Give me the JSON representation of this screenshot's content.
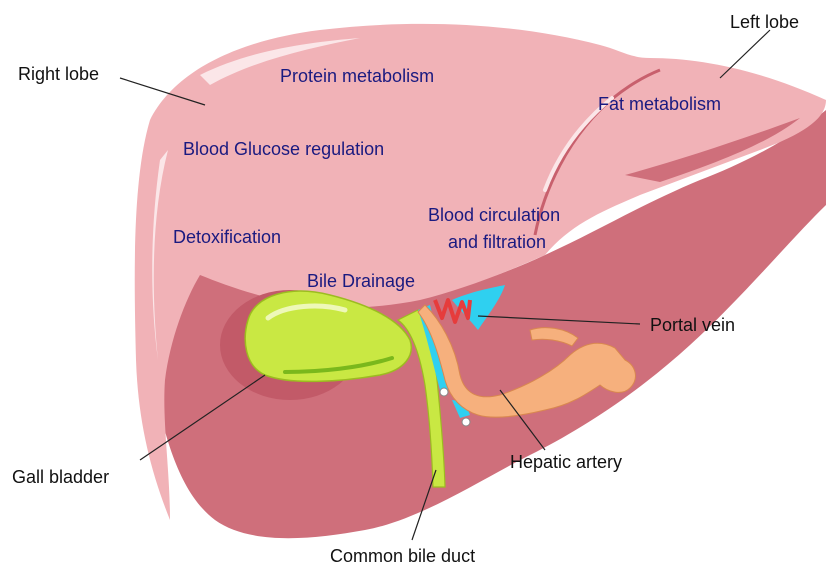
{
  "labels": {
    "right_lobe": "Right lobe",
    "left_lobe": "Left lobe",
    "portal_vein": "Portal vein",
    "gall_bladder": "Gall bladder",
    "hepatic_artery": "Hepatic artery",
    "common_bile_duct": "Common bile duct"
  },
  "functions": {
    "protein": "Protein metabolism",
    "fat": "Fat metabolism",
    "glucose": "Blood Glucose regulation",
    "detox": "Detoxification",
    "circulation_1": "Blood circulation",
    "circulation_2": "and filtration",
    "bile": "Bile Drainage"
  },
  "colors": {
    "liver_light": "#f2b3b7",
    "liver_dark": "#d0707c",
    "gall_bladder": "#c9e843",
    "portal_vein": "#f6b07d",
    "artery": "#e63c3c",
    "duct": "#2fd0f0",
    "function_text": "#1a1a80"
  }
}
